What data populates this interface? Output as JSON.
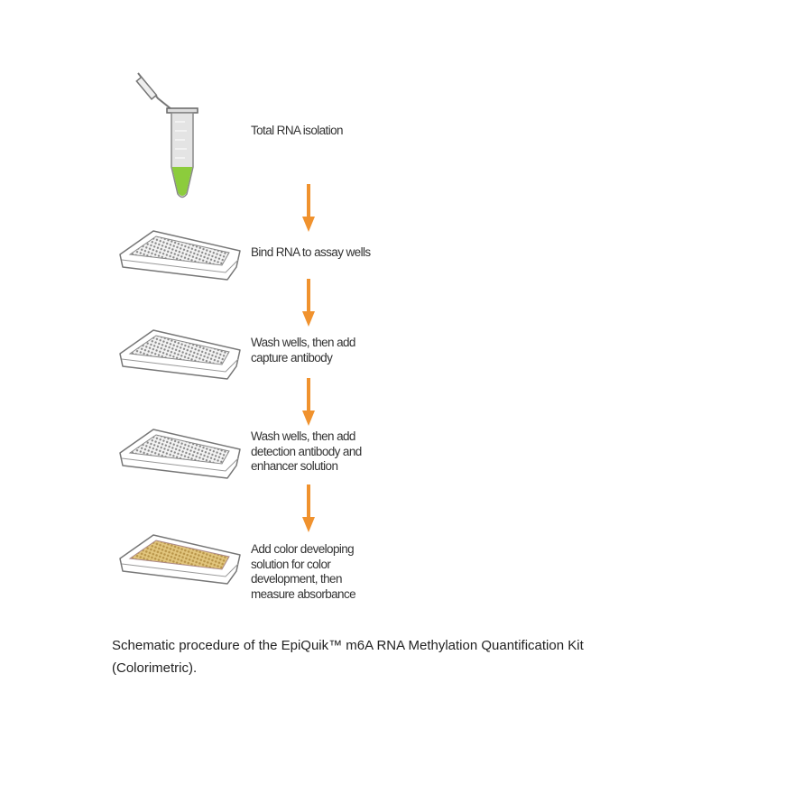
{
  "steps": [
    {
      "label": "Total RNA isolation",
      "icon": "microcentrifuge-tube"
    },
    {
      "label": "Bind RNA to assay wells",
      "icon": "well-plate"
    },
    {
      "label": "Wash wells, then add capture antibody",
      "icon": "well-plate"
    },
    {
      "label": "Wash wells, then add detection antibody and enhancer solution",
      "icon": "well-plate"
    },
    {
      "label": "Add color developing solution for color development, then measure absorbance",
      "icon": "well-plate-colored"
    }
  ],
  "caption": "Schematic procedure of the EpiQuik™ m6A RNA Methylation Quantification Kit (Colorimetric).",
  "colors": {
    "arrow": "#f0922e",
    "tube_liquid": "#8ccc3c",
    "plate_color": "#d8b86a",
    "outline": "#777777"
  }
}
